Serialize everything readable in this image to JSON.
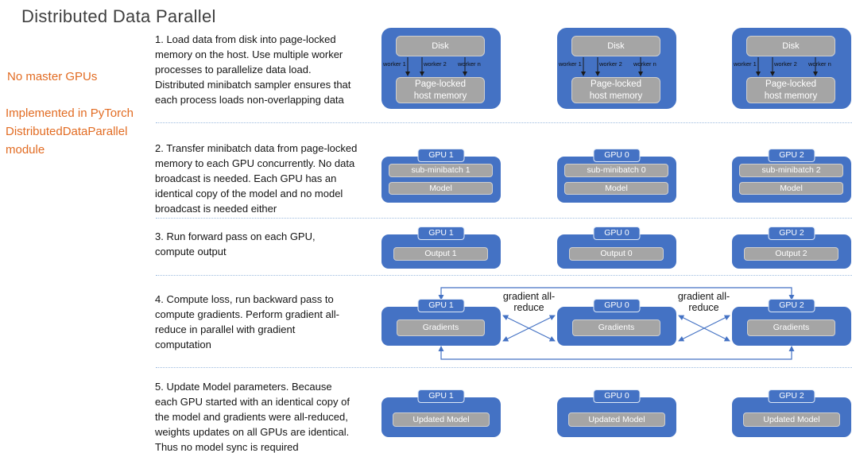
{
  "title": "Distributed Data Parallel",
  "notes": [
    "No master GPUs",
    "Implemented in PyTorch\nDistributedDataParallel\nmodule"
  ],
  "steps": [
    "1. Load data from disk into page-locked\nmemory on the host. Use multiple worker\nprocesses to parallelize data load.\nDistributed minibatch sampler ensures that\neach process loads non-overlapping data",
    "2. Transfer minibatch data from page-locked\nmemory  to each GPU concurrently. No data\nbroadcast is needed. Each GPU has an\nidentical copy of the model and no model\nbroadcast is needed either",
    "3. Run forward pass on each GPU,\ncompute output",
    "4. Compute loss, run backward pass to\ncompute gradients. Perform gradient all-\nreduce in parallel with gradient\ncomputation",
    "5. Update Model parameters. Because\neach GPU started with an identical copy of\nthe model and gradients were all-reduced,\nweights updates on all GPUs are identical.\nThus no model sync is required"
  ],
  "colors": {
    "accent_blue": "#4472C4",
    "box_gray": "#A5A5A5",
    "note_orange": "#E26C23",
    "divider_blue": "#9DBBDF",
    "connector_blue": "#4472C4",
    "worker_arrow_black": "#1A1A1A"
  },
  "diagram": {
    "row1": {
      "disk_label": "Disk",
      "memory_label": "Page-locked\nhost memory",
      "workers": [
        "worker 1",
        "worker 2",
        "worker n"
      ]
    },
    "row2": {
      "panels": [
        {
          "gpu": "GPU 1",
          "minibatch": "sub-minibatch 1",
          "model": "Model"
        },
        {
          "gpu": "GPU 0",
          "minibatch": "sub-minibatch 0",
          "model": "Model"
        },
        {
          "gpu": "GPU 2",
          "minibatch": "sub-minibatch 2",
          "model": "Model"
        }
      ]
    },
    "row3": {
      "panels": [
        {
          "gpu": "GPU 1",
          "output": "Output 1"
        },
        {
          "gpu": "GPU 0",
          "output": "Output 0"
        },
        {
          "gpu": "GPU 2",
          "output": "Output 2"
        }
      ]
    },
    "row4": {
      "allreduce_label": "gradient all-\nreduce",
      "panels": [
        {
          "gpu": "GPU 1",
          "gradients": "Gradients"
        },
        {
          "gpu": "GPU 0",
          "gradients": "Gradients"
        },
        {
          "gpu": "GPU 2",
          "gradients": "Gradients"
        }
      ]
    },
    "row5": {
      "panels": [
        {
          "gpu": "GPU 1",
          "model": "Updated Model"
        },
        {
          "gpu": "GPU 0",
          "model": "Updated Model"
        },
        {
          "gpu": "GPU 2",
          "model": "Updated Model"
        }
      ]
    }
  }
}
